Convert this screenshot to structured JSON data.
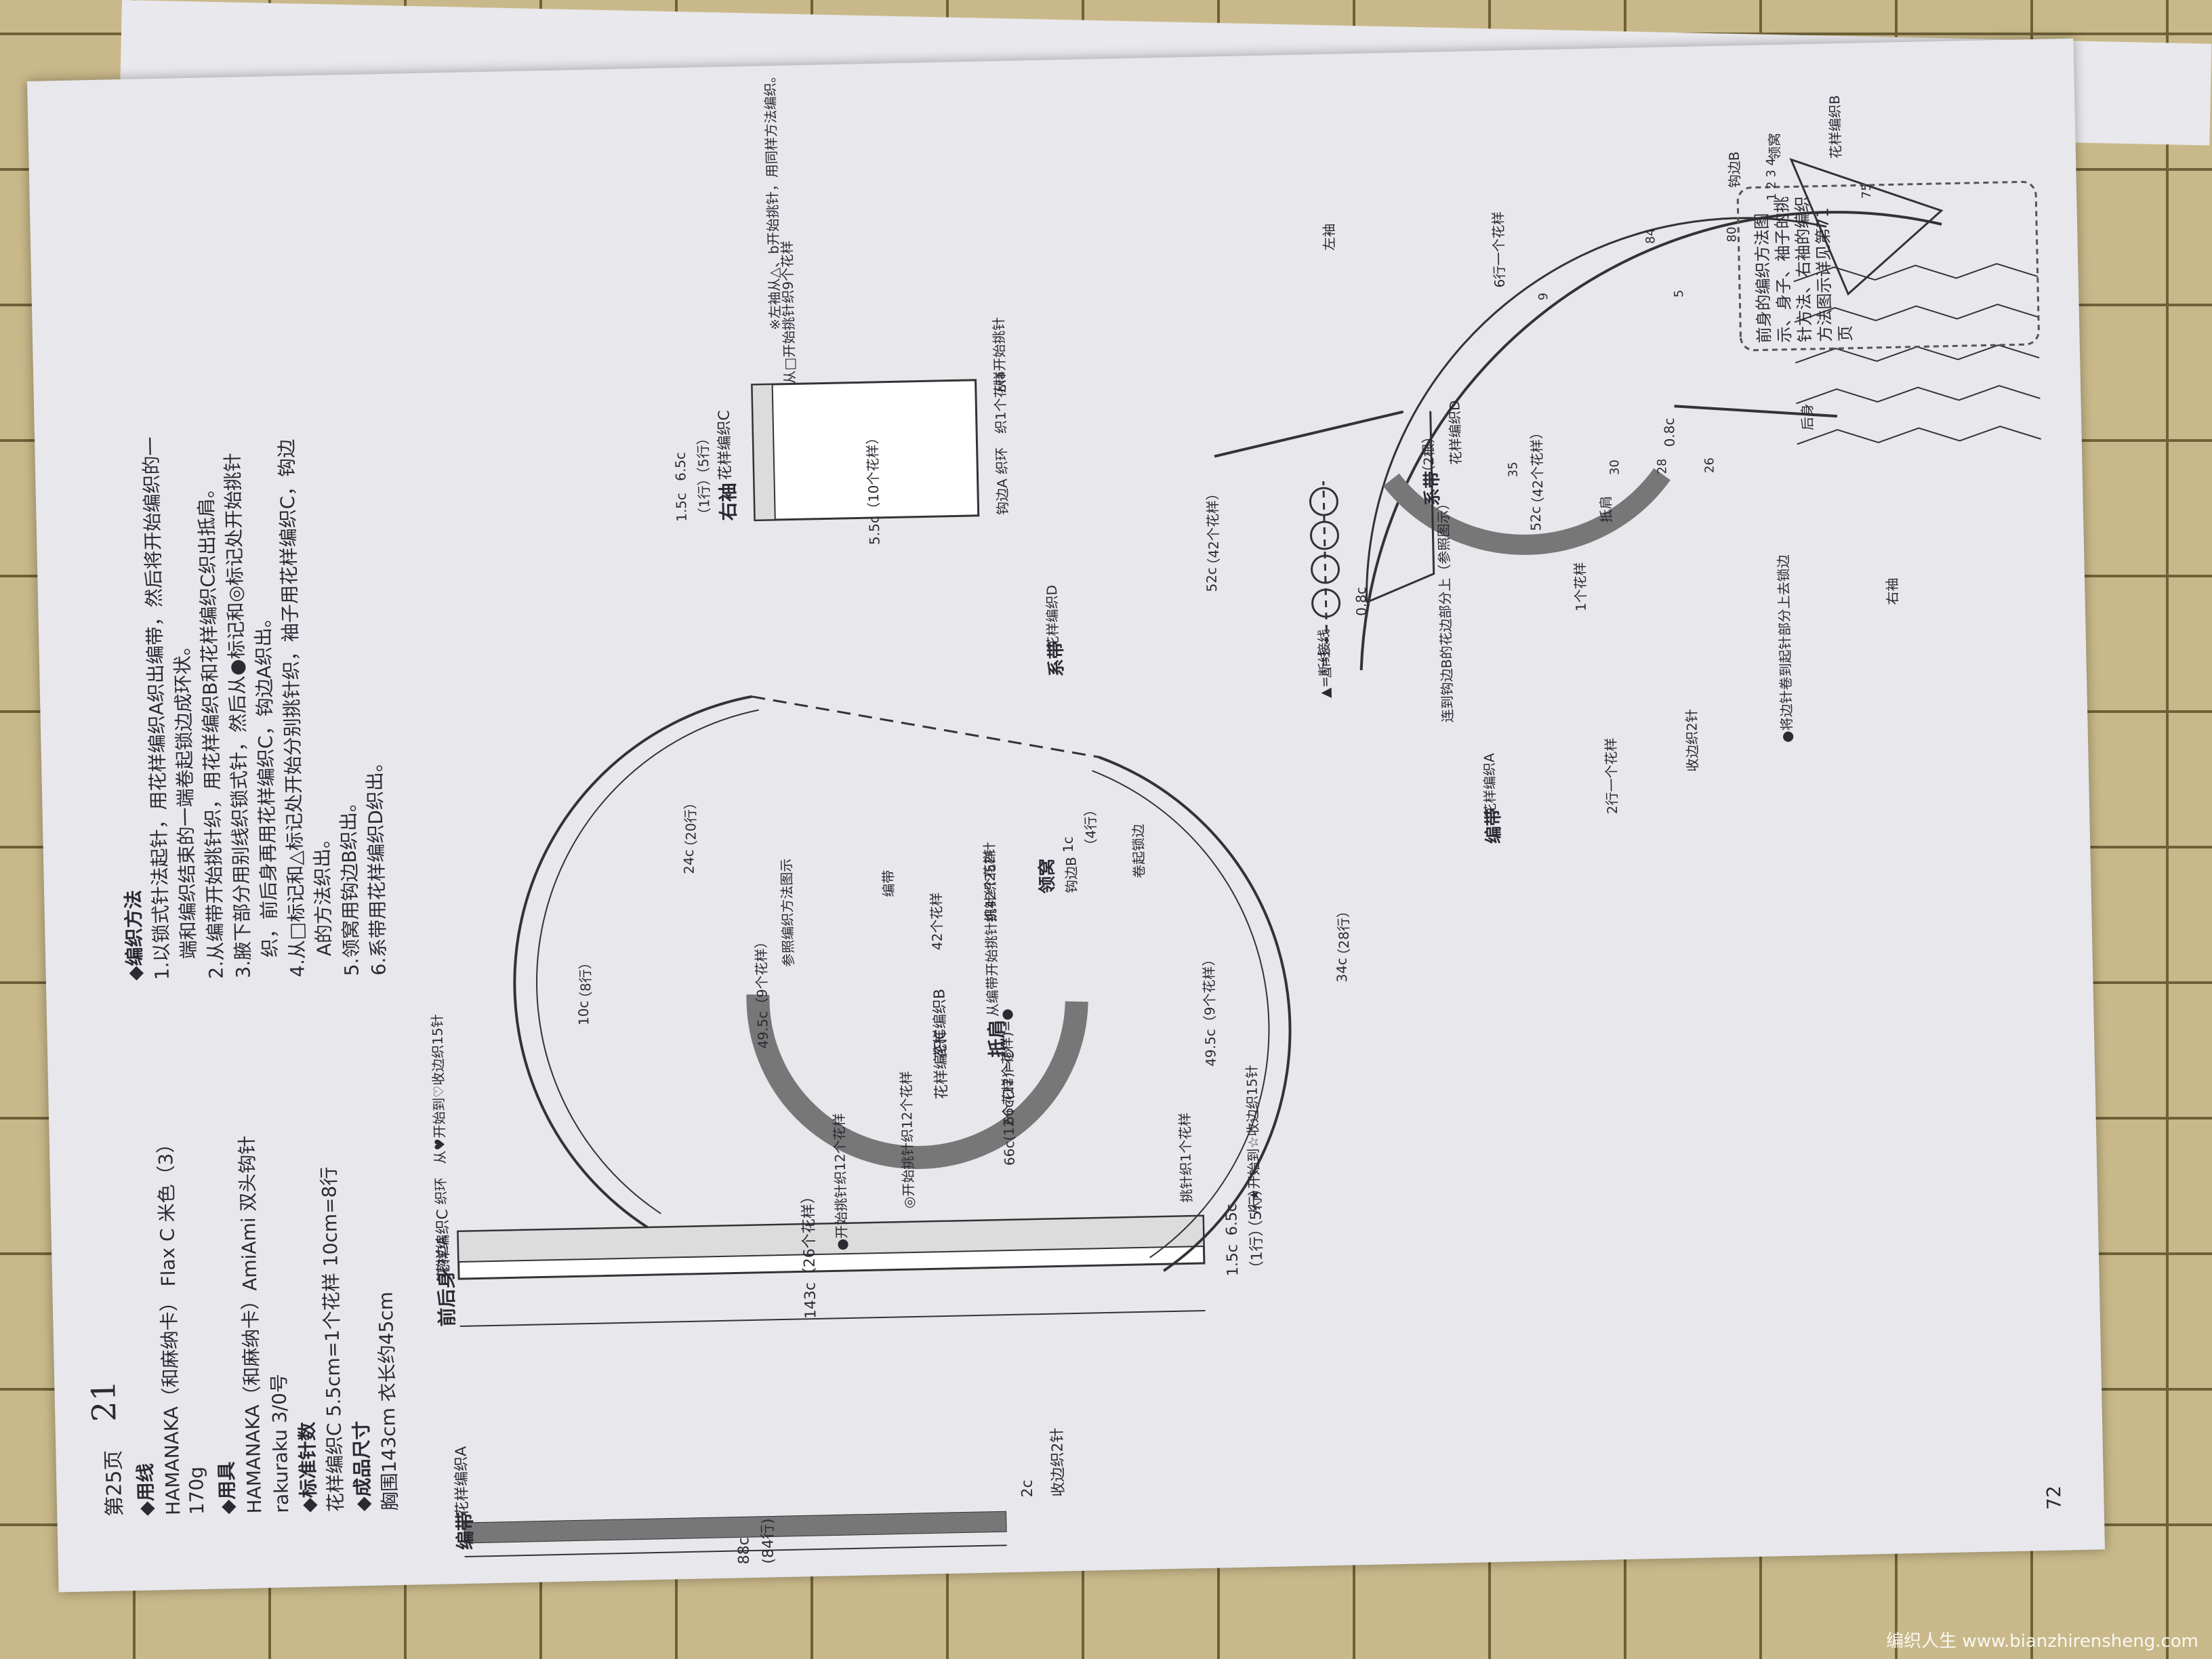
{
  "page": {
    "header": "第25页",
    "project_no": "21",
    "page_number": "72"
  },
  "materials": {
    "yarn_title": "◆用线",
    "yarn": "HAMANAKA（和麻纳卡） Flax C 米色（3）",
    "yarn_amount": "170g",
    "tools_title": "◆用具",
    "tools_1": "HAMANAKA（和麻纳卡）AmiAmi 双头钩针",
    "tools_2": "rakuraku 3/0号",
    "gauge_title": "◆标准针数",
    "gauge": "花样编织C 5.5cm=1个花样 10cm=8行",
    "size_title": "◆成品尺寸",
    "size": "胸围143cm 衣长约45cm"
  },
  "method": {
    "title": "◆编织方法",
    "steps": [
      "1.以锁式针法起针，用花样编织A织出编带，然后将开始编织的一",
      "端和编织结束的一端卷起锁边成环状。",
      "2.从编带开始挑针织，用花样编织B和花样编织C织出抵肩。",
      "3.腋下部分用别线织锁式针，然后从●标记和◎标记处开始挑针",
      "织，前后身再用花样编织C，钩边A织出。",
      "4.从□标记和△标记处开始分别挑针织，袖子用花样编织C，钩边",
      "A的方法织出。",
      "5.领窝用钩边B织出。",
      "6.系带用花样编织D织出。"
    ]
  },
  "note_box": "前身的编织方法图示、身子、袖子的挑针方法、右袖的编织方法图示详见第71页",
  "diagram_labels": {
    "band": "编带",
    "band_pattern": "花样编织A",
    "band_len": "88c",
    "band_rows": "(84行)",
    "band_width": "2c",
    "band_finish": "收边织2针",
    "front_back": "前后身",
    "pattern_c": "花样编织C",
    "fb_width": "143c（26个花样）",
    "fb_d1": "1.5c",
    "fb_d1r": "（1行）",
    "fb_d2": "6.5c",
    "fb_d2r": "（5行）",
    "fb_pick": "挑针织1个花样",
    "fb_edge": "钩边A",
    "fb_loop": "织环",
    "fb_start_c": "●开始挑针织12个花样",
    "fb_start_o": "◎开始挑针织12个花样",
    "fb_from_star": "从★开始到☆收边织15针",
    "fb_from_heart": "从♥开始到♡收边织15针",
    "yoke": "抵肩",
    "yoke_b": "花样编织B",
    "yoke_c": "花样编织C",
    "yoke_66a": "66c(12个花样)=◎",
    "yoke_66b": "66c(12个花样)=●",
    "yoke_from_band": "从编带开始挑针织42个花样",
    "yoke_42": "42个花样",
    "yoke_252": "挑针织252针",
    "neckline": "领窝",
    "edge_b": "钩边B",
    "edge_1c": "1c",
    "edge_4r": "（4行）",
    "roll_edge": "卷起锁边",
    "bian_dai": "编带",
    "see_diagram": "参照编织方法图示",
    "m_10c": "10c",
    "m_8r": "（8行）",
    "m_24c": "24c",
    "m_20r": "（20行）",
    "m_34c": "34c",
    "m_28r": "（28行）",
    "m_49a": "49.5c（9个花样）",
    "m_49b": "49.5c（9个花样）",
    "right_sleeve": "右袖",
    "rs_pattern": "花样编织C",
    "rs_width": "5.5c（10个花样）",
    "rs_edge": "钩边A",
    "rs_loop": "织环",
    "rs_pick1": "织1个花样",
    "rs_from_a": "从a开始挑针",
    "rs_from_box": "从□开始挑针织9个花样",
    "rs_d1": "1.5c",
    "rs_d1r": "（1行）",
    "rs_d2": "6.5c",
    "rs_d2r": "（5行）",
    "rs_note": "※左袖从△、b开始挑针，用同样方法编织。",
    "tie": "系带",
    "tie_pattern": "花样编织D",
    "tie_08": "0.8c",
    "tie_52": "52c",
    "tie_42": "（42个花样）",
    "tie2": "系带",
    "tie2_count": "（2根）",
    "tie2_pattern": "花样编织D",
    "tie2_52": "52c",
    "tie2_42": "（42个花样）",
    "tie2_08": "0.8c",
    "tie2_one": "1个花样",
    "leg_break": "▲=断线",
    "leg_join": "△=接线",
    "conn_b": "连到钩边B的花边部分上（参照图示）",
    "yoke2": "抵肩",
    "back_body": "后身",
    "left_sleeve": "左袖",
    "right_sleeve2": "右袖",
    "chart_band": "编带",
    "chart_pat_a": "花样编织A",
    "chart_pat_b": "花样编织B",
    "chart_collar": "领窝",
    "chart_edge_e": "钩边B",
    "chart_2rows": "2行一个花样",
    "chart_finish": "收边织2针",
    "chart_roll": "●将边针卷到起针部分上去锁边",
    "chart_6": "6行一个花样",
    "r35": "35",
    "r30": "30",
    "r28": "28",
    "r26": "26",
    "r9": "9",
    "r5": "5",
    "r84": "84",
    "r80": "80",
    "r75": "75",
    "r1234": "1 2 3 4"
  },
  "watermark": "编织人生 www.bianzhirensheng.com"
}
